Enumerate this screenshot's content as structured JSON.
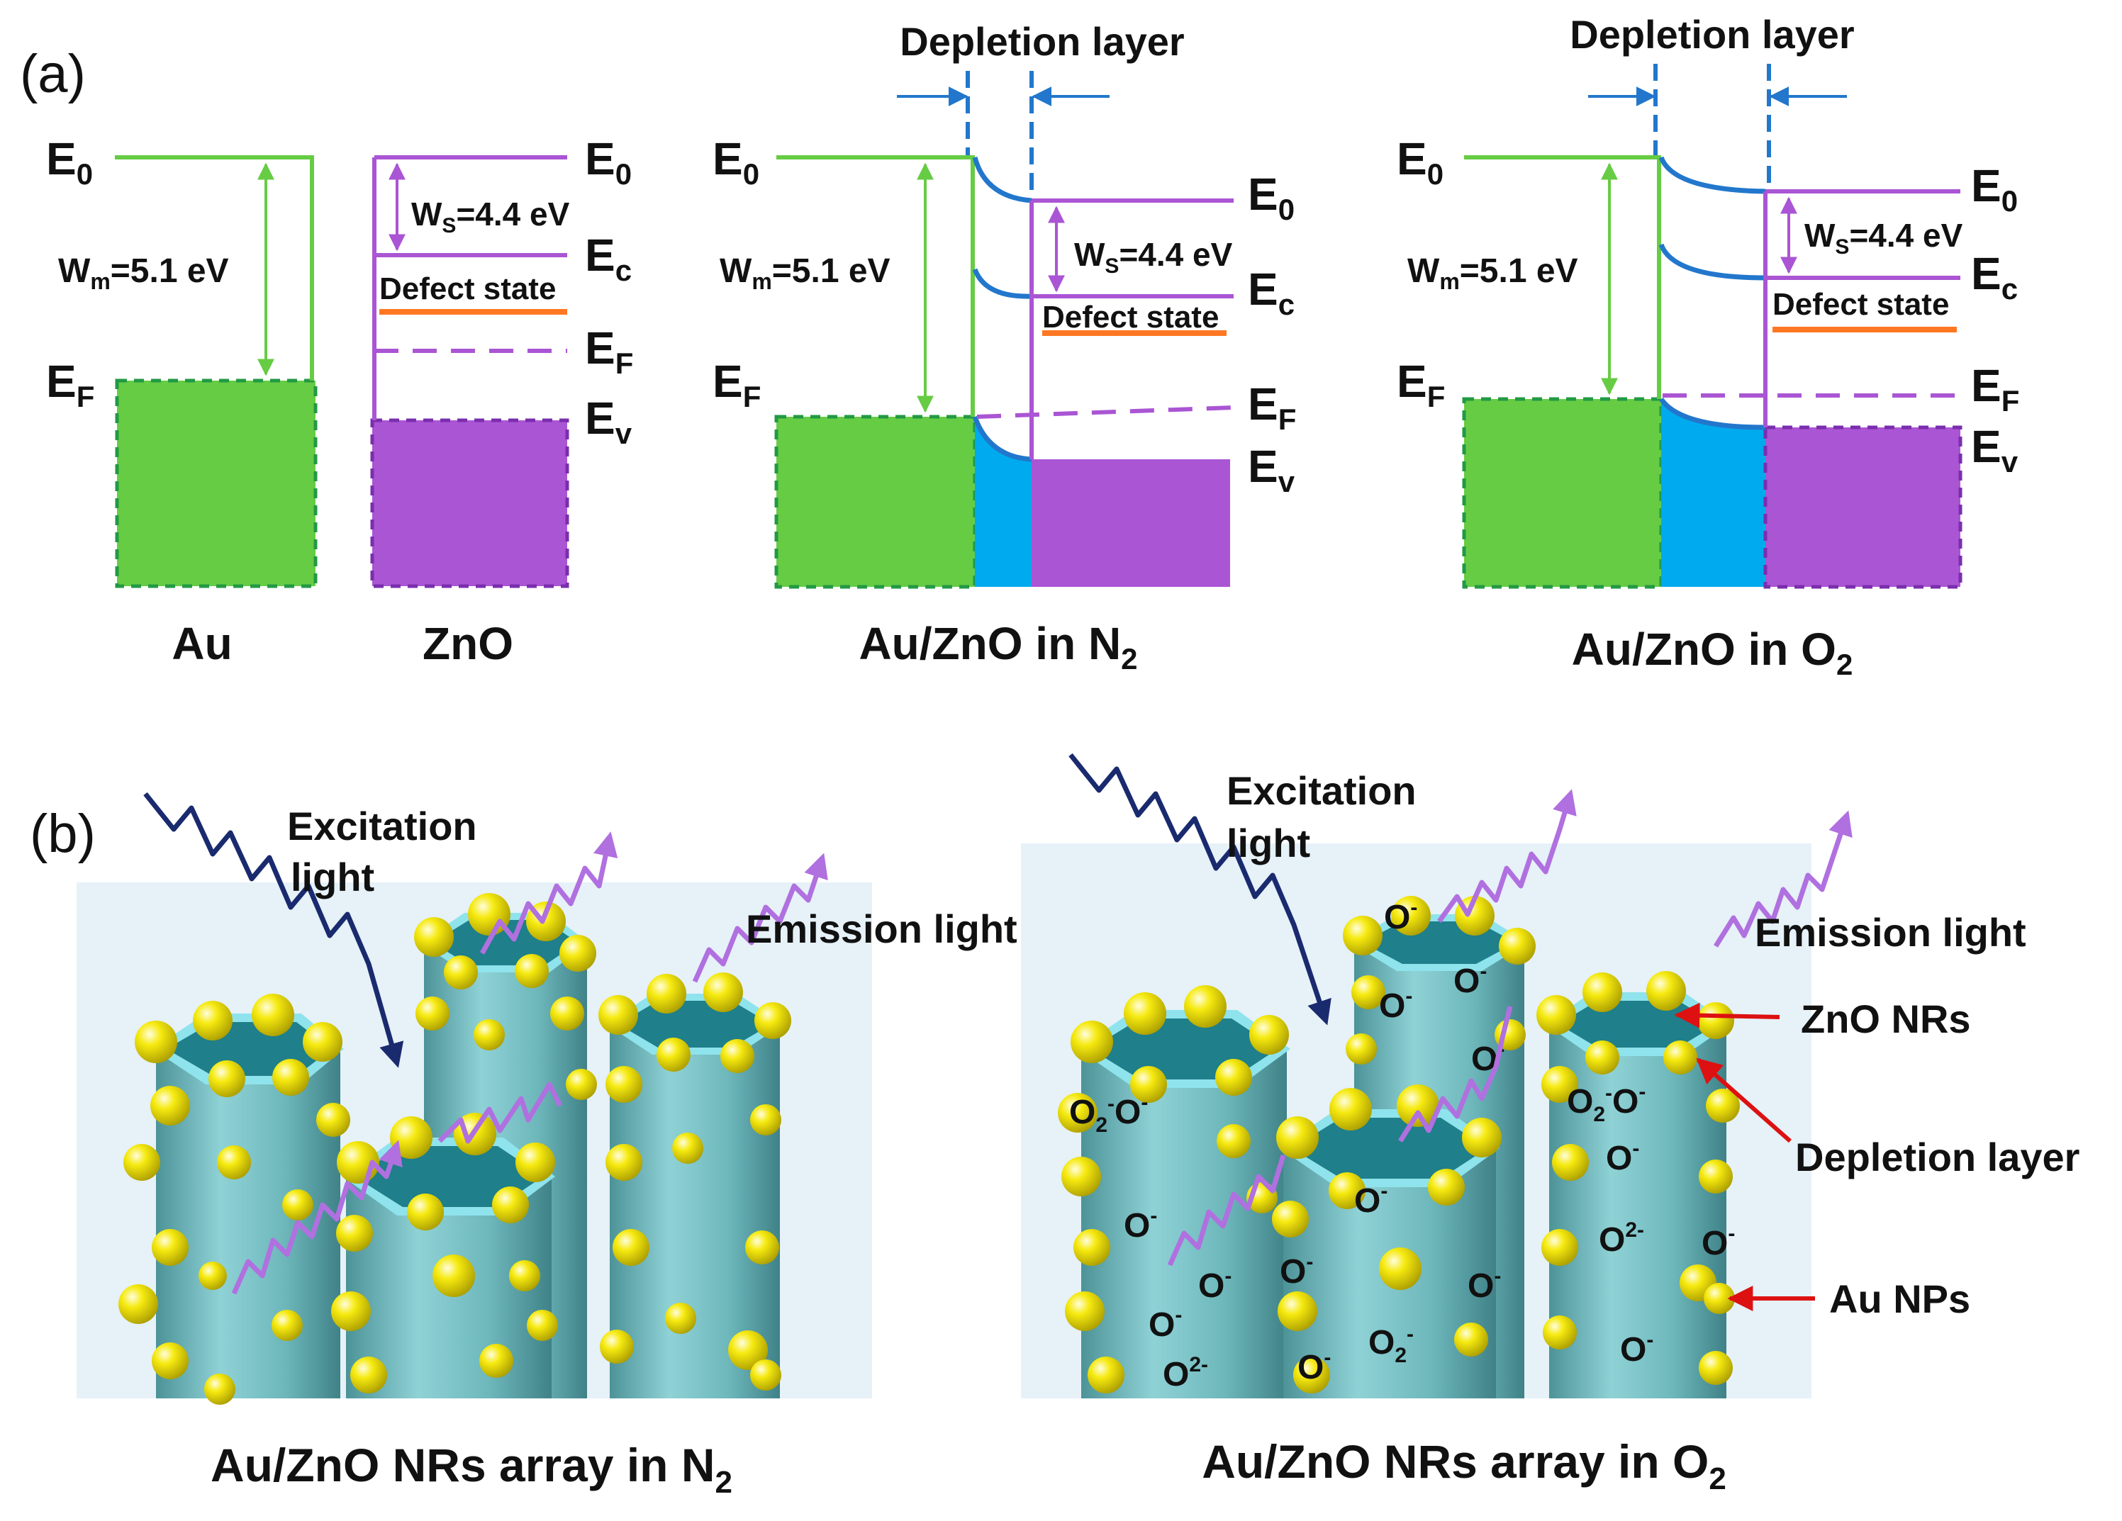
{
  "panel_a": {
    "label": "(a)",
    "energy": {
      "E": "E",
      "sub_0": "0",
      "sub_F": "F",
      "sub_c": "c",
      "sub_v": "v",
      "W": "W",
      "sub_m": "m",
      "sub_S": "S",
      "wm_value": "=5.1 eV",
      "ws_value": "=4.4 eV",
      "defect_state": "Defect state"
    },
    "depletion_layer": "Depletion layer",
    "captions": {
      "au": "Au",
      "zno": "ZnO",
      "au_zno_n2": "Au/ZnO in N",
      "au_zno_o2": "Au/ZnO in O",
      "sub_2": "2"
    }
  },
  "panel_b": {
    "label": "(b)",
    "excitation_light": [
      "Excitation",
      "light"
    ],
    "emission_light": "Emission light",
    "zno_nrs": "ZnO NRs",
    "depletion_layer": "Depletion layer",
    "au_nps": "Au NPs",
    "caption_n2": "Au/ZnO NRs array in N",
    "caption_o2": "Au/ZnO NRs array in O",
    "sub_2": "2",
    "ions": {
      "o_minus": "O",
      "minus": "-",
      "o2_minus_base": "O",
      "two": "2",
      "two_minus": "2-"
    }
  },
  "colors": {
    "au_green": "#66cc44",
    "zno_purple": "#aa55d4",
    "depletion_blue": "#00aaee",
    "band_blue": "#2277cc",
    "defect_orange": "#ff7722",
    "rod_teal": "#6fb9bd",
    "rod_top": "#1f7f8a",
    "rod_rim": "#8fe3ec",
    "np_yellow": "#f2e600",
    "excitation_navy": "#1a2a6e",
    "emission_violet": "#b070e0",
    "pointer_red": "#dd1111"
  }
}
